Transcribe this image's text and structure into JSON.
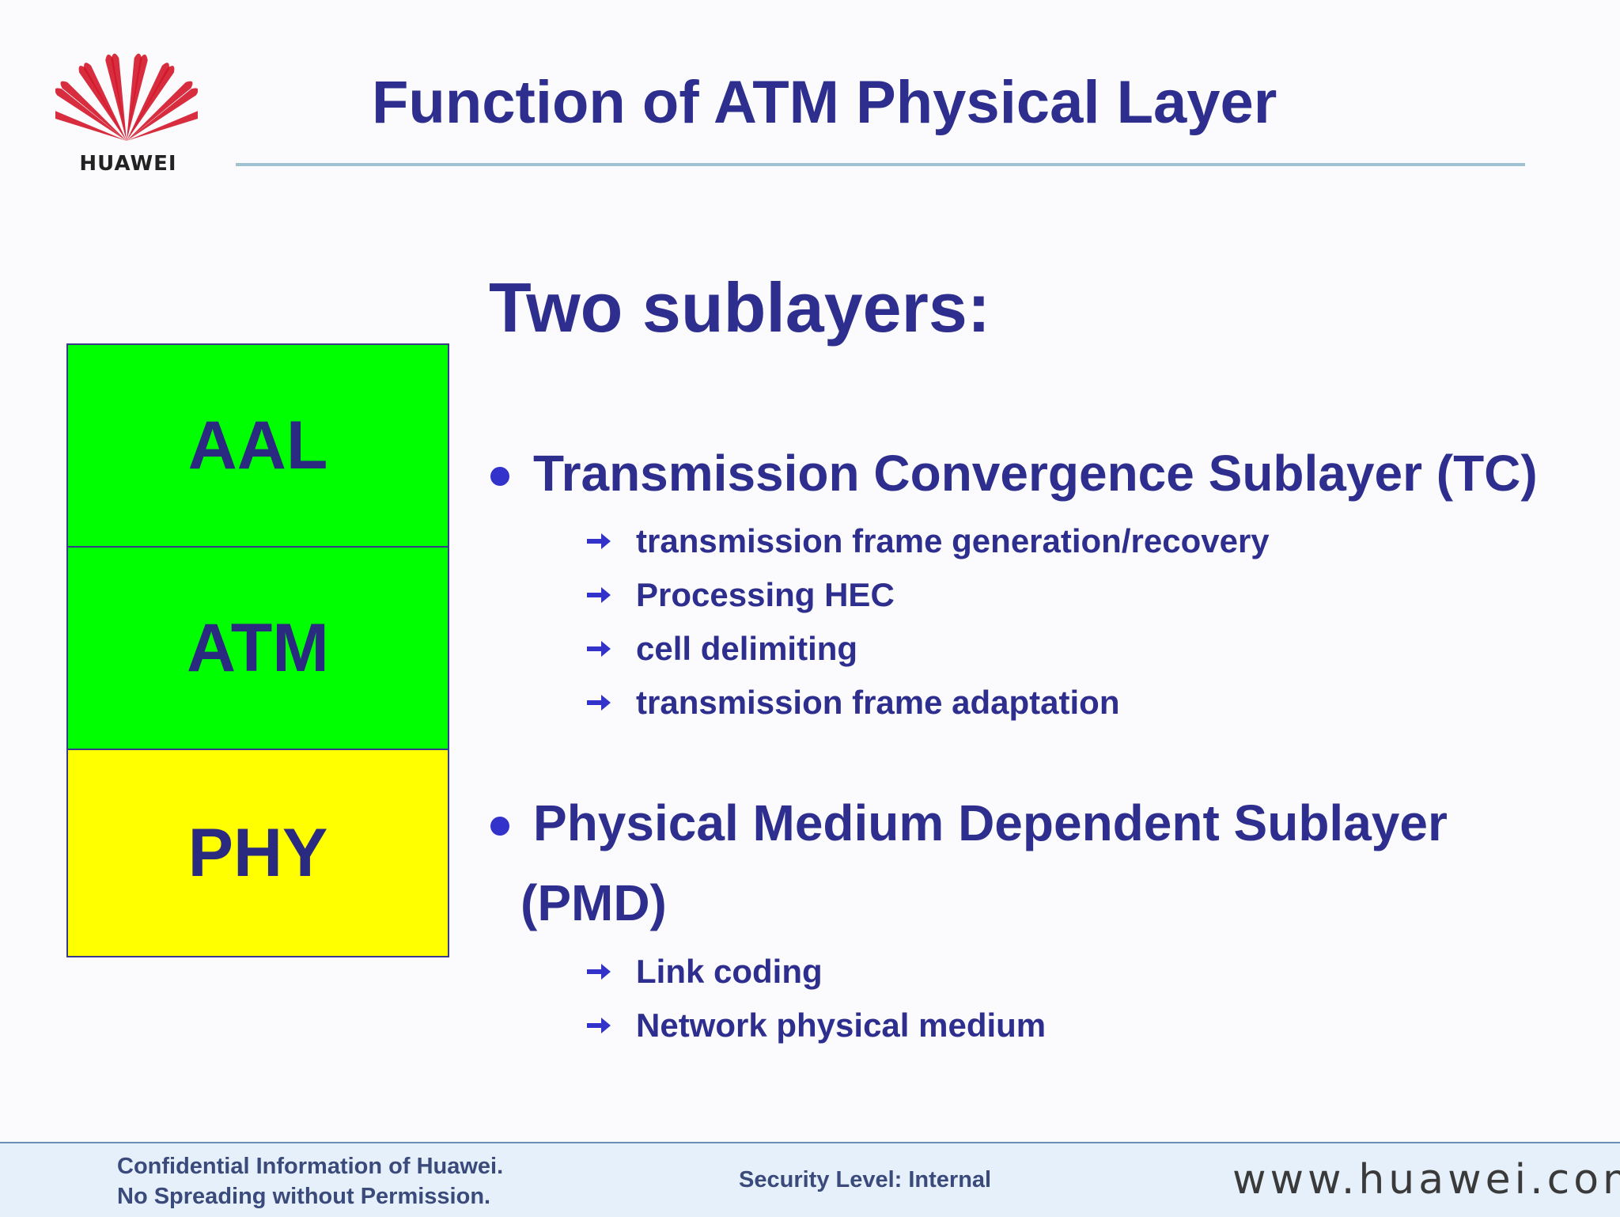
{
  "header": {
    "logo_text": "HUAWEI",
    "title": "Function of ATM Physical Layer"
  },
  "stack": {
    "layers": [
      "AAL",
      "ATM",
      "PHY"
    ]
  },
  "content": {
    "heading": "Two sublayers:",
    "sections": [
      {
        "title": "Transmission Convergence Sublayer (TC)",
        "items": [
          "transmission frame generation/recovery",
          "Processing HEC",
          "cell delimiting",
          "transmission frame adaptation"
        ]
      },
      {
        "title": "Physical Medium Dependent Sublayer",
        "title_cont": "(PMD)",
        "items": [
          "Link coding",
          "Network physical medium"
        ]
      }
    ]
  },
  "footer": {
    "confidential_line1": "Confidential Information of Huawei.",
    "confidential_line2": "No Spreading without Permission.",
    "security": "Security Level: Internal",
    "url": "www.huawei.com"
  },
  "colors": {
    "title": "#2e2e8f",
    "layer_green": "#00ff00",
    "layer_yellow": "#ffff00",
    "bullet": "#3333cc",
    "logo_red": "#d3162a"
  }
}
